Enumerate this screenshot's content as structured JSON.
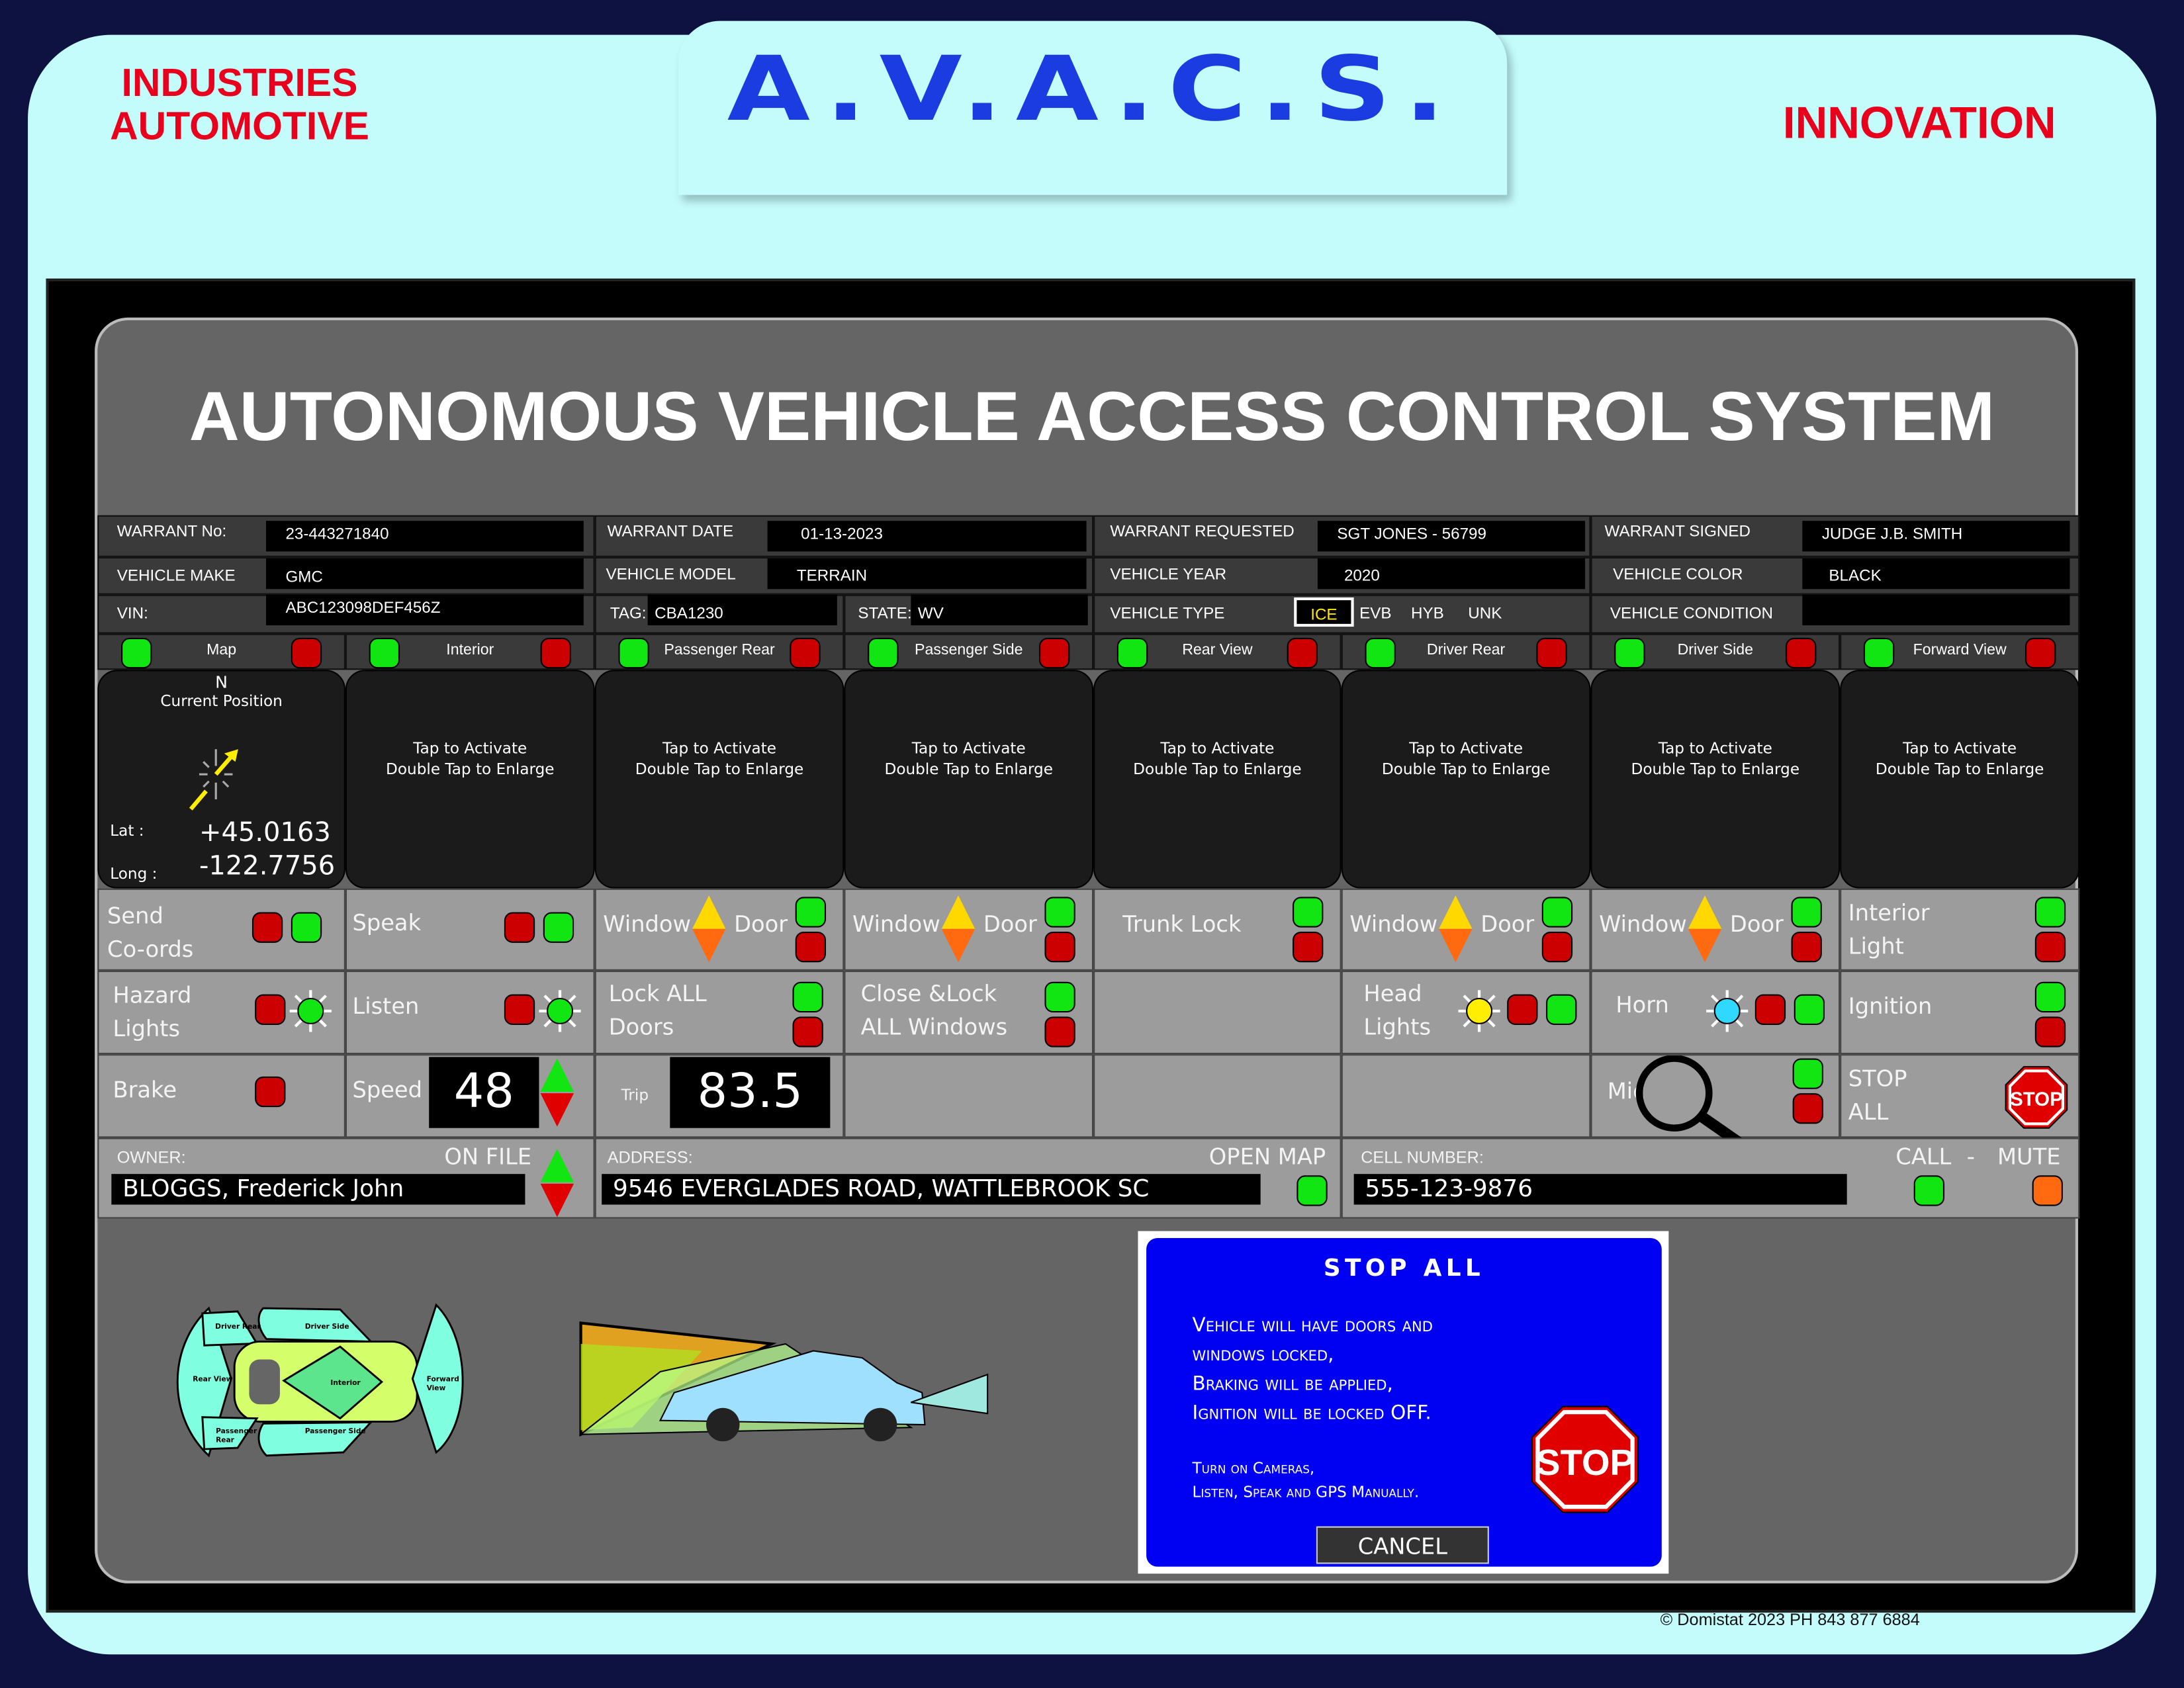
{
  "header": {
    "brand_line1": "INDUSTRIES",
    "brand_line2": "AUTOMOTIVE",
    "title": "A.V.A.C.S.",
    "tagline": "INNOVATION"
  },
  "system_title": "AUTONOMOUS VEHICLE ACCESS CONTROL SYSTEM",
  "info": {
    "warrant_no_label": "WARRANT No:",
    "warrant_no": "23-443271840",
    "warrant_date_label": "WARRANT DATE",
    "warrant_date": "01-13-2023",
    "warrant_requested_label": "WARRANT REQUESTED",
    "warrant_requested": "SGT JONES - 56799",
    "warrant_signed_label": "WARRANT SIGNED",
    "warrant_signed": "JUDGE J.B. SMITH",
    "make_label": "VEHICLE MAKE",
    "make": "GMC",
    "model_label": "VEHICLE MODEL",
    "model": "TERRAIN",
    "year_label": "VEHICLE YEAR",
    "year": "2020",
    "color_label": "VEHICLE COLOR",
    "color": "BLACK",
    "vin_label": "VIN:",
    "vin": "ABC123098DEF456Z",
    "tag_label": "TAG:",
    "tag": "CBA1230",
    "state_label": "STATE:",
    "state": "WV",
    "type_label": "VEHICLE TYPE",
    "types": [
      "ICE",
      "EVB",
      "HYB",
      "UNK"
    ],
    "selected_type": "ICE",
    "condition_label": "VEHICLE CONDITION",
    "condition": ""
  },
  "cameras": [
    {
      "label": "Map"
    },
    {
      "label": "Interior"
    },
    {
      "label": "Passenger Rear"
    },
    {
      "label": "Passenger Side"
    },
    {
      "label": "Rear View"
    },
    {
      "label": "Driver Rear"
    },
    {
      "label": "Driver Side"
    },
    {
      "label": "Forward View"
    }
  ],
  "camera_prompt_1": "Tap to Activate",
  "camera_prompt_2": "Double Tap to Enlarge",
  "map": {
    "north": "N",
    "caption": "Current Position",
    "lat_label": "Lat :",
    "lat": "+45.0163",
    "long_label": "Long :",
    "long": "-122.7756"
  },
  "controls": {
    "send": "Send",
    "coords": "Co-ords",
    "speak": "Speak",
    "window": "Window",
    "door": "Door",
    "trunk_lock": "Trunk Lock",
    "interior": "Interior",
    "light": "Light",
    "hazard": "Hazard",
    "lights": "Lights",
    "listen": "Listen",
    "lock_all": "Lock ALL",
    "doors": "Doors",
    "close_lock": "Close &Lock",
    "all_windows": "ALL Windows",
    "head": "Head",
    "horn": "Horn",
    "ignition": "Ignition",
    "brake": "Brake",
    "speed_label": "Speed",
    "speed": "48",
    "trip_label": "Trip",
    "trip": "83.5",
    "mic": "Mic",
    "stop": "STOP",
    "all": "ALL",
    "stop_sign": "STOP"
  },
  "owner": {
    "label": "OWNER:",
    "status": "ON FILE",
    "name": "BLOGGS, Frederick John"
  },
  "address": {
    "label": "ADDRESS:",
    "action": "OPEN MAP",
    "value": "9546 EVERGLADES ROAD,  WATTLEBROOK SC"
  },
  "cell": {
    "label": "CELL NUMBER:",
    "value": "555-123-9876",
    "call": "CALL",
    "sep": "-",
    "mute": "MUTE"
  },
  "diagram": {
    "driver_rear": "Driver Rear",
    "driver_side": "Driver Side",
    "rear_view": "Rear View",
    "interior": "Interior",
    "forward": "Forward",
    "view": "View",
    "passenger": "Passenger",
    "rear": "Rear",
    "passenger_side": "Passenger Side"
  },
  "dialog": {
    "title": "STOP ALL",
    "line1": "Vehicle will have doors and",
    "line2": "windows locked,",
    "line3": "Braking will be applied,",
    "line4": "Ignition will be locked OFF.",
    "line5": "Turn on Cameras,",
    "line6": "Listen, Speak and GPS Manually.",
    "stop_sign": "STOP",
    "cancel": "CANCEL"
  },
  "footer": "© Domistat  2023 PH 843 877 6884",
  "colors": {
    "brand_red": "#e8001c",
    "brand_blue": "#1a3ce0",
    "on": "#12e612",
    "off": "#cc0000",
    "dialog_blue": "#0000f2"
  }
}
